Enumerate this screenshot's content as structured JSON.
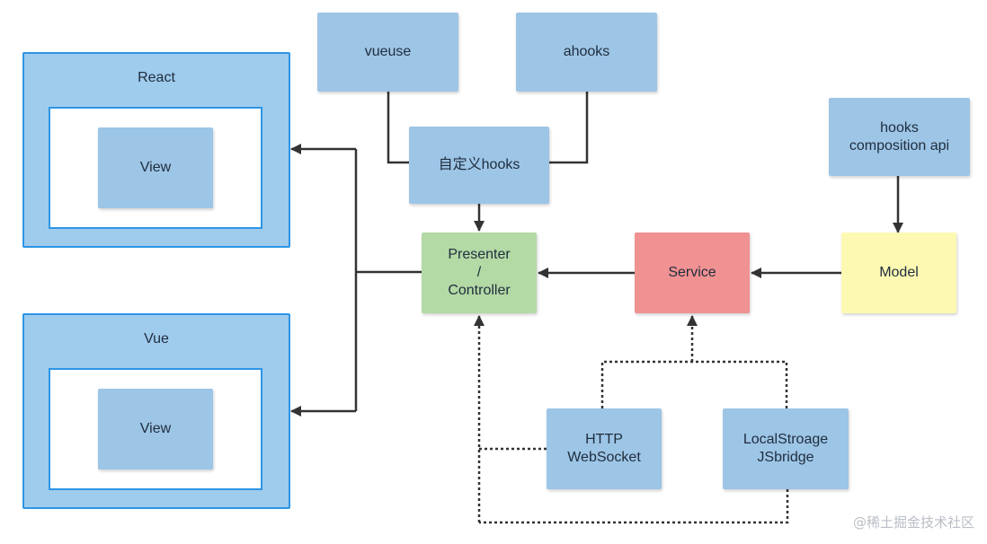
{
  "nodes": {
    "react": {
      "label": "React",
      "view": "View"
    },
    "vue": {
      "label": "Vue",
      "view": "View"
    },
    "vueuse": "vueuse",
    "ahooks": "ahooks",
    "custom_hooks": "自定义hooks",
    "hooks_api": "hooks\ncomposition api",
    "presenter": "Presenter\n/\nController",
    "service": "Service",
    "model": "Model",
    "http": "HTTP\nWebSocket",
    "local": "LocalStroage\nJSbridge"
  },
  "colors": {
    "blue_box": "#9dc5e6",
    "outer_fill": "#9fcbed",
    "outer_border": "#2d95e6",
    "presenter": "#b3d9a5",
    "service": "#f09192",
    "model": "#fdf9b3",
    "line": "#333333"
  },
  "watermark": "@稀土掘金技术社区"
}
